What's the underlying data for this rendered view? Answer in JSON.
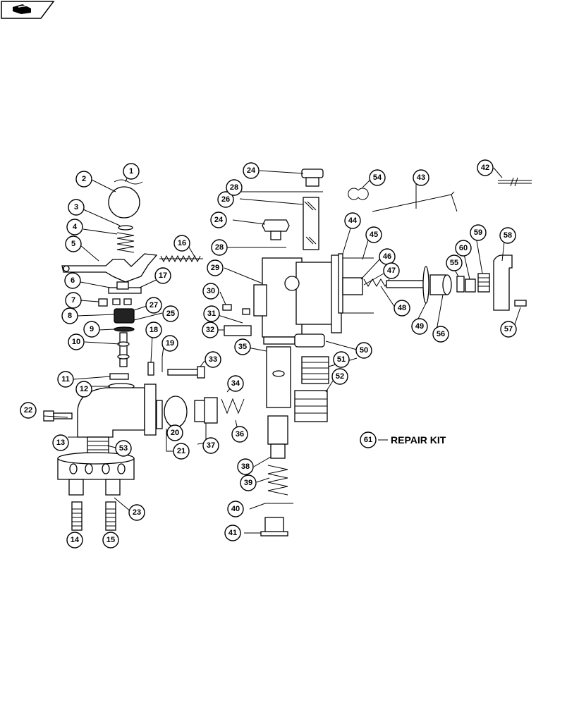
{
  "nav": {
    "icon": "arrow-back-icon"
  },
  "repair_kit": {
    "number": "61",
    "label": "REPAIR KIT"
  },
  "callouts": [
    "1",
    "2",
    "3",
    "4",
    "5",
    "6",
    "7",
    "8",
    "9",
    "10",
    "11",
    "12",
    "13",
    "14",
    "15",
    "16",
    "17",
    "18",
    "19",
    "20",
    "21",
    "22",
    "23",
    "24",
    "24",
    "25",
    "26",
    "27",
    "28",
    "28",
    "29",
    "30",
    "31",
    "32",
    "33",
    "34",
    "35",
    "36",
    "37",
    "38",
    "39",
    "40",
    "41",
    "42",
    "43",
    "44",
    "45",
    "46",
    "47",
    "48",
    "49",
    "50",
    "51",
    "52",
    "53",
    "54",
    "55",
    "56",
    "57",
    "58",
    "59",
    "60"
  ]
}
